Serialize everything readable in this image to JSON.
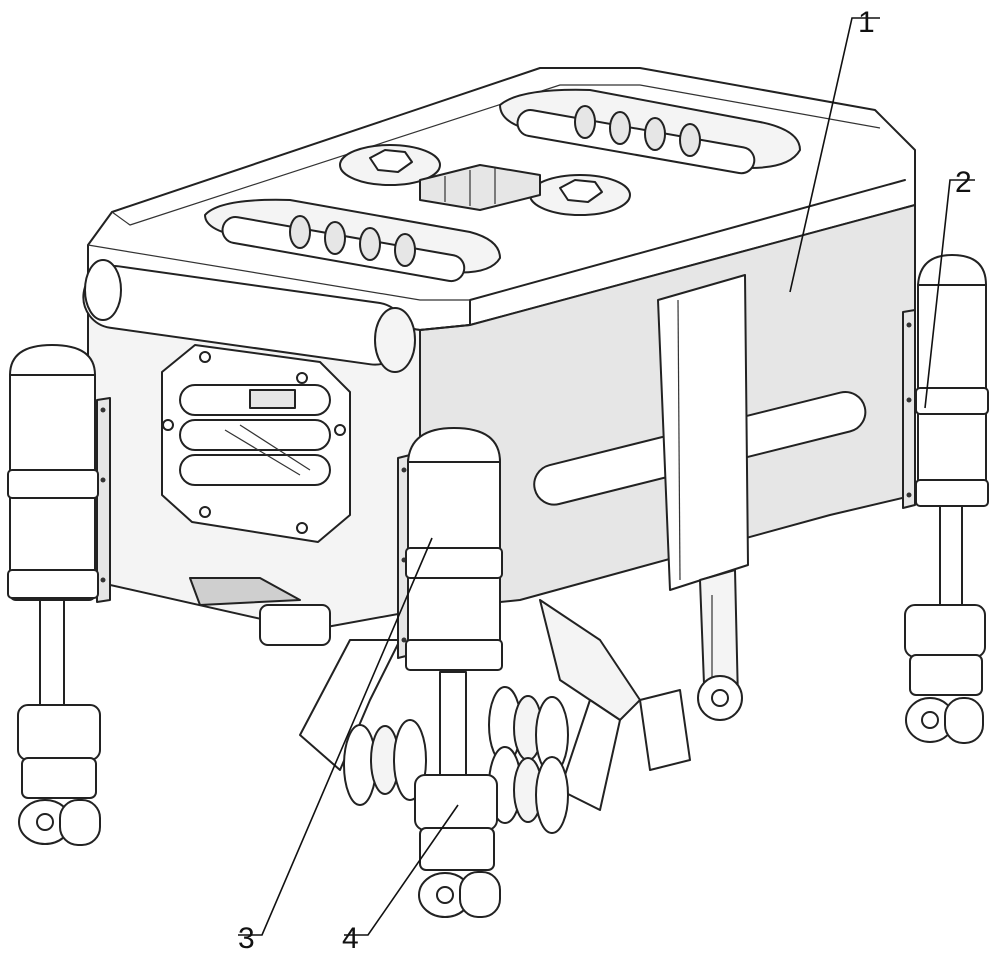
{
  "callouts": {
    "c1": "1",
    "c2": "2",
    "c3": "3",
    "c4": "4"
  },
  "colors": {
    "line": "#222222",
    "background": "#ffffff"
  }
}
